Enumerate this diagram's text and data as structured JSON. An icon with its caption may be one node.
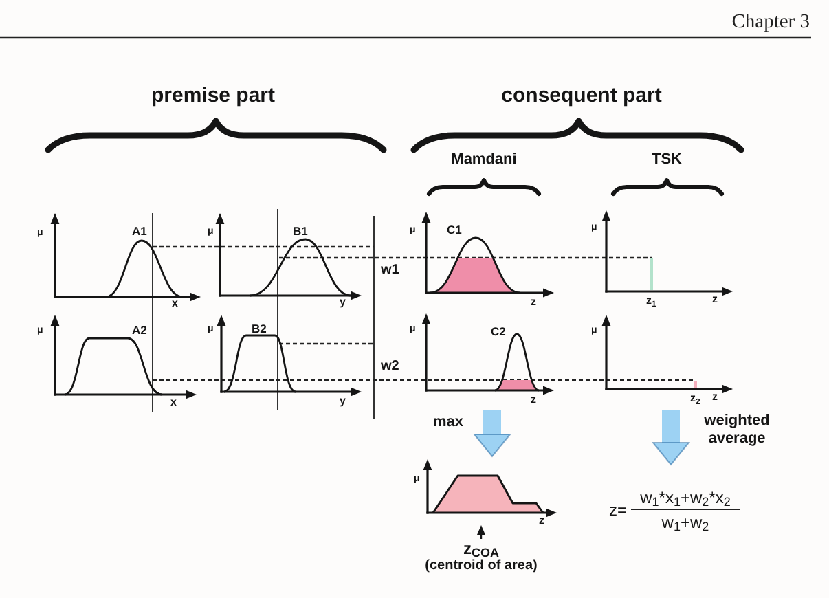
{
  "diagram": {
    "nodes": [
      {
        "text": [
          "μ",
          "z"
        ]
      },
      {
        "text": [
          "z=",
          "w$_{1}$*x$_{1}$+w$_{2}$*x$_{2}$",
          "w$_{1}$+w$_{2}$"
        ]
      },
      {
        "text": [
          "z$_{COA}$",
          "(centroid of area)"
        ]
      }
    ],
    "edges": [
      {
        "from": null,
        "to": 0,
        "arrow": "to",
        "label": "max"
      },
      {
        "from": null,
        "to": 1,
        "arrow": "to",
        "label": "weighted average"
      },
      {
        "from": 2,
        "to": 0,
        "arrow": "to",
        "color": "#151515"
      }
    ],
    "labels": [
      "Chapter 3",
      "premise part",
      "consequent part",
      "Mamdani",
      "TSK",
      "μ",
      "A1",
      "x",
      "μ",
      "B1",
      "y",
      "w1",
      "μ",
      "C1",
      "z",
      "μ",
      "z$_{1}$",
      "z",
      "μ",
      "A2",
      "x",
      "μ",
      "B2",
      "y",
      "w2",
      "μ",
      "C2",
      "z",
      "μ",
      "z$_{2}$",
      "z"
    ]
  }
}
